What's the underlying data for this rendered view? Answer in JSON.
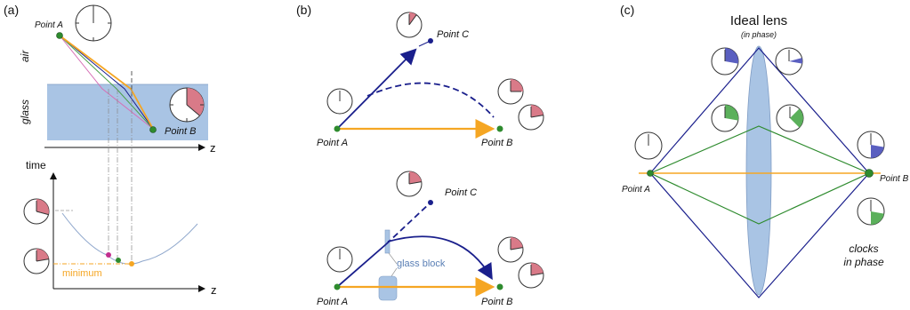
{
  "panel_a": {
    "label": "(a)",
    "point_a": "Point A",
    "point_b": "Point B",
    "air": "air",
    "glass": "glass",
    "z_top": "z",
    "time": "time",
    "minimum": "minimum",
    "z_bottom": "z"
  },
  "panel_b": {
    "label": "(b)",
    "top": {
      "point_a": "Point A",
      "point_b": "Point B",
      "point_c": "Point C"
    },
    "bottom": {
      "point_a": "Point A",
      "point_b": "Point B",
      "point_c": "Point C",
      "glass_block": "glass block"
    }
  },
  "panel_c": {
    "label": "(c)",
    "title": "Ideal lens",
    "subtitle": "(in phase)",
    "point_a": "Point A",
    "point_b": "Point B",
    "note_line1": "clocks",
    "note_line2": "in phase"
  },
  "colors": {
    "orange": "#f5a623",
    "navy": "#1a1f8c",
    "green_path": "#2e8b2e",
    "glass": "#a9c4e4",
    "pink_slice": "#d97a88",
    "blue_slice": "#5a5fc0",
    "green_slice": "#5bb05b"
  }
}
